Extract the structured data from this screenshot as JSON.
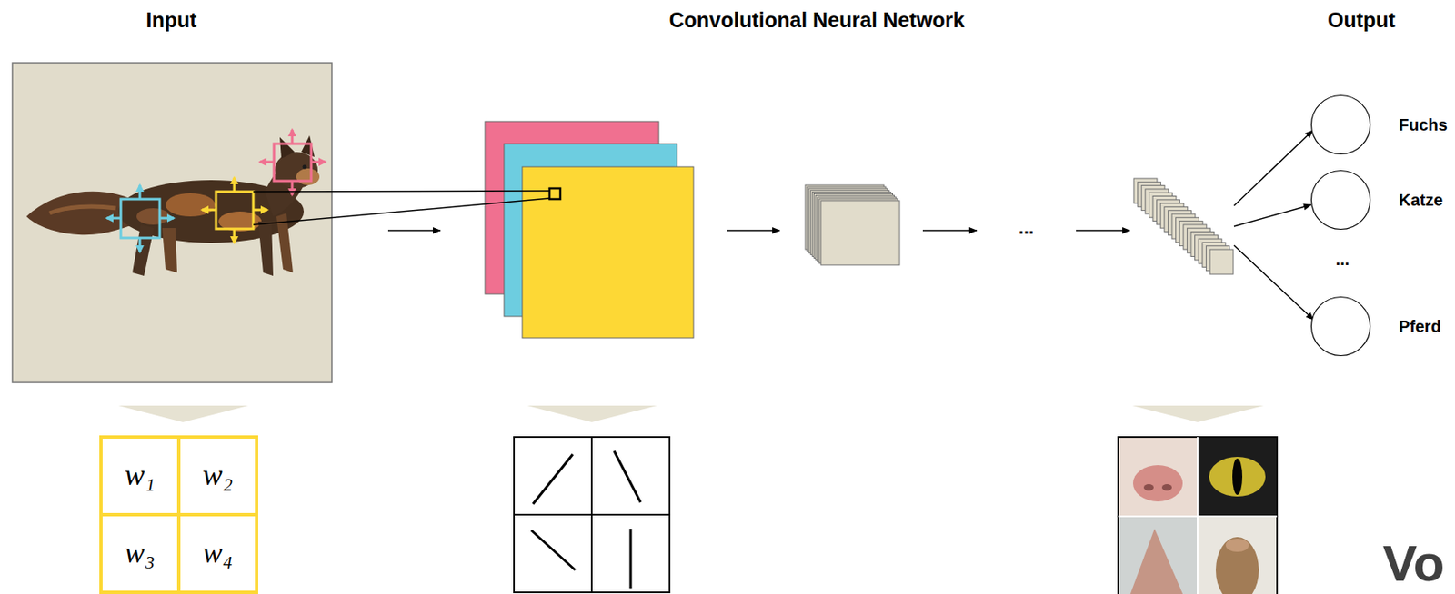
{
  "diagram": {
    "nodes": [
      {
        "text": [
          "Fuchs"
        ]
      },
      {
        "text": [
          "Katze"
        ]
      },
      {
        "text": [
          "Pferd"
        ]
      }
    ],
    "labels": [
      "Input",
      "Convolutional Neural Network",
      "Output",
      "...",
      "...",
      "w₁",
      "w₂",
      "w₃",
      "w₄",
      "Vo"
    ]
  }
}
